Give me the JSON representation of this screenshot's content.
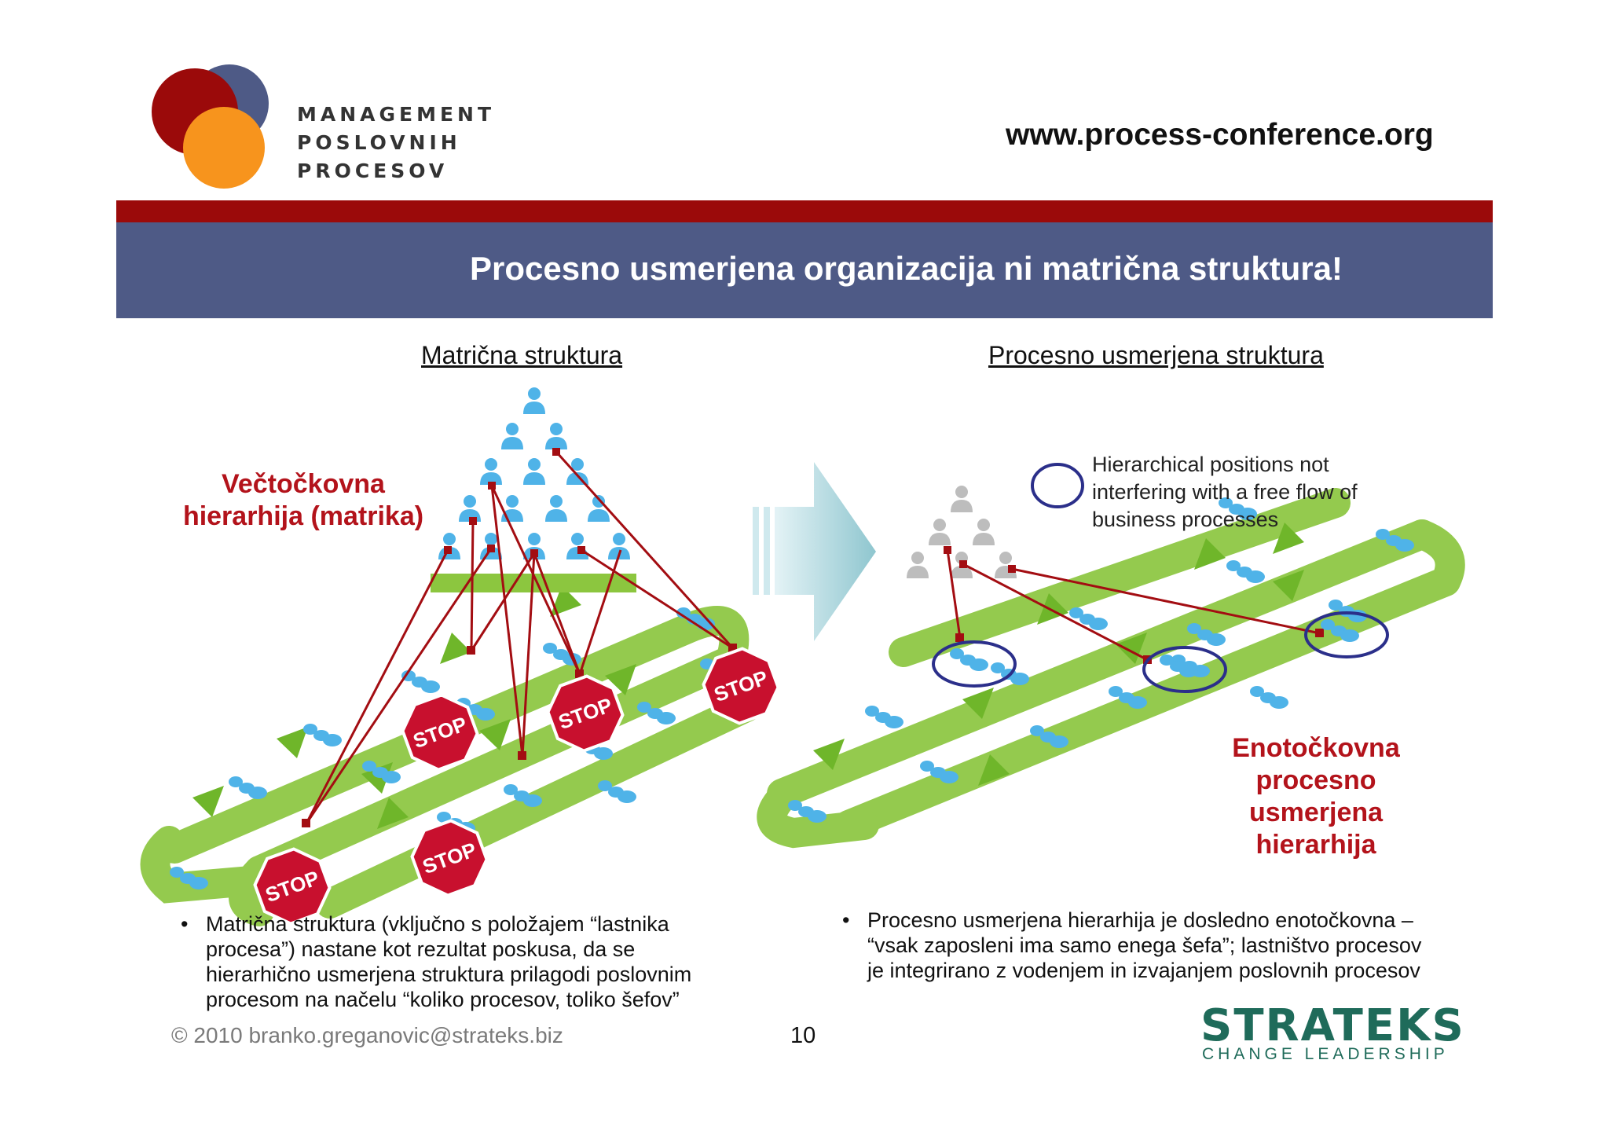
{
  "header": {
    "logo_lines": [
      "MANAGEMENT",
      "POSLOVNIH",
      "PROCESOV"
    ],
    "website": "www.process-conference.org"
  },
  "title": "Procesno usmerjena organizacija ni matrična struktura!",
  "left_panel": {
    "heading": "Matrična struktura",
    "label": "Večtočkovna hierarhija (matrika)",
    "stop_sign": "STOP"
  },
  "right_panel": {
    "heading": "Procesno usmerjena struktura",
    "legend": "Hierarchical positions not interfering with a free flow of business processes",
    "label": "Enotočkovna procesno usmerjena hierarhija"
  },
  "bullets": {
    "left": "Matrična struktura (vključno s položajem “lastnika procesa”) nastane kot rezultat poskusa, da se hierarhično usmerjena struktura prilagodi poslovnim procesom na načelu “koliko procesov, toliko šefov”",
    "right": "Procesno usmerjena hierarhija je dosledno enotočkovna – “vsak zaposleni ima samo enega šefa”; lastništvo procesov je integrirano  z vodenjem in izvajanjem poslovnih procesov"
  },
  "footer": {
    "copyright": "© 2010 branko.greganovic@strateks.biz",
    "page_number": "10",
    "brand": "STRATEKS",
    "tagline": "CHANGE LEADERSHIP"
  },
  "colors": {
    "dark_red": "#9b0a0a",
    "title_blue": "#4e5a86",
    "label_red": "#b3131b",
    "flow_green": "#8cc63f",
    "person_blue": "#4fb3e8",
    "person_grey": "#bdbdbd",
    "link_red": "#a30d12",
    "circle_navy": "#2b2f8a",
    "brand_green": "#1f6b5a"
  }
}
